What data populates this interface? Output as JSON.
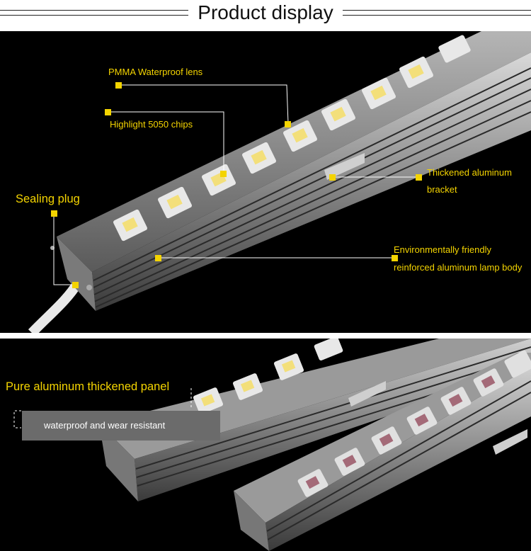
{
  "header": {
    "title": "Product display"
  },
  "top_panel": {
    "callouts": {
      "lens": "PMMA Waterproof lens",
      "chips": "Highlight 5050 chips",
      "bracket_line1": "Thickened aluminum",
      "bracket_line2": "bracket",
      "plug": "Sealing plug",
      "body_line1": "Environmentally friendly",
      "body_line2": "reinforced aluminum lamp body"
    }
  },
  "bottom_panel": {
    "panel_label": "Pure aluminum thickened panel",
    "badge": "waterproof and wear resistant"
  },
  "colors": {
    "accent": "#f4d400",
    "background": "#000000",
    "badge": "#6b6b6b"
  }
}
